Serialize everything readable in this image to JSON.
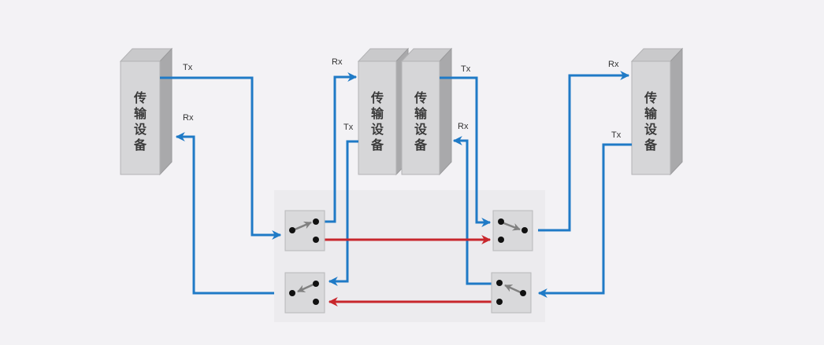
{
  "diagram": {
    "title": "",
    "colors": {
      "background": "#f3f2f5",
      "panel": "#ecebee",
      "device_front": "#d6d6d8",
      "device_side": "#a9a9ab",
      "device_top": "#c4c4c6",
      "working_path": "#1f7ac6",
      "protection_path": "#c8262c",
      "switch_box": "#d9d9db",
      "switch_arrow": "#808080",
      "dot": "#111111"
    },
    "devices": [
      {
        "id": "device-left",
        "label": "传输设备",
        "ports": [
          {
            "name": "Tx"
          },
          {
            "name": "Rx"
          }
        ]
      },
      {
        "id": "device-middle-left",
        "label": "传输设备",
        "ports": [
          {
            "name": "Rx"
          },
          {
            "name": "Tx"
          }
        ]
      },
      {
        "id": "device-middle-right",
        "label": "传输设备",
        "ports": [
          {
            "name": "Tx"
          },
          {
            "name": "Rx"
          }
        ]
      },
      {
        "id": "device-right",
        "label": "传输设备",
        "ports": [
          {
            "name": "Rx"
          },
          {
            "name": "Tx"
          }
        ]
      }
    ],
    "switches": [
      {
        "id": "switch-top-left",
        "state": "working"
      },
      {
        "id": "switch-bottom-left",
        "state": "working"
      },
      {
        "id": "switch-top-right",
        "state": "working"
      },
      {
        "id": "switch-bottom-right",
        "state": "working"
      }
    ],
    "links": [
      {
        "from": "device-left.Tx",
        "to": "switch-top-left",
        "type": "working"
      },
      {
        "from": "switch-top-left",
        "to": "device-middle-left.Rx",
        "type": "working"
      },
      {
        "from": "switch-top-left",
        "to": "switch-top-right",
        "type": "protection"
      },
      {
        "from": "device-middle-left.Tx",
        "to": "switch-bottom-left",
        "type": "working"
      },
      {
        "from": "switch-bottom-left",
        "to": "device-left.Rx",
        "type": "working"
      },
      {
        "from": "device-middle-right.Tx",
        "to": "switch-top-right",
        "type": "working"
      },
      {
        "from": "switch-top-right",
        "to": "device-right.Rx",
        "type": "working"
      },
      {
        "from": "device-right.Tx",
        "to": "switch-bottom-right",
        "type": "working"
      },
      {
        "from": "switch-bottom-right",
        "to": "device-middle-right.Rx",
        "type": "working"
      },
      {
        "from": "switch-bottom-right",
        "to": "switch-bottom-left",
        "type": "protection"
      }
    ]
  }
}
